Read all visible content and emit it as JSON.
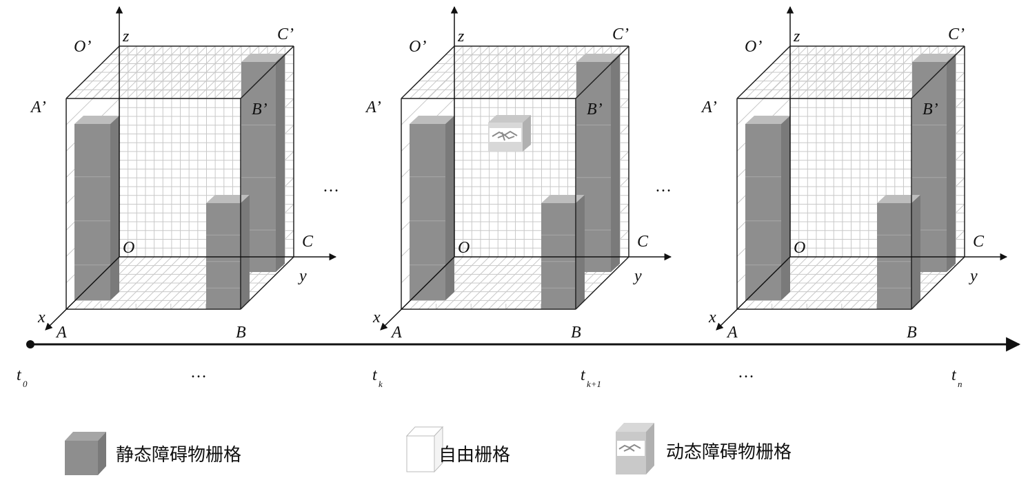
{
  "cubes": [
    {
      "time_label": "t0",
      "vertex_labels": {
        "O_prime": "O’",
        "z": "z",
        "C_prime": "C’",
        "A_prime": "A’",
        "B_prime": "B’",
        "O": "O",
        "C": "C",
        "y": "y",
        "x": "x",
        "A": "A",
        "B": "B"
      },
      "has_dynamic_obstacle": false
    },
    {
      "time_label": "tk",
      "vertex_labels": {
        "O_prime": "O’",
        "z": "z",
        "C_prime": "C’",
        "A_prime": "A’",
        "B_prime": "B’",
        "O": "O",
        "C": "C",
        "y": "y",
        "x": "x",
        "A": "A",
        "B": "B"
      },
      "has_dynamic_obstacle": true
    },
    {
      "time_label": "tn",
      "vertex_labels": {
        "O_prime": "O’",
        "z": "z",
        "C_prime": "C’",
        "A_prime": "A’",
        "B_prime": "B’",
        "O": "O",
        "C": "C",
        "y": "y",
        "x": "x",
        "A": "A",
        "B": "B"
      },
      "has_dynamic_obstacle": false
    }
  ],
  "between_cubes_ellipsis": [
    "…",
    "…"
  ],
  "timeline": {
    "ticks": [
      {
        "base": "t",
        "sub": "0"
      },
      {
        "base": "…",
        "sub": ""
      },
      {
        "base": "t",
        "sub": "k"
      },
      {
        "base": "t",
        "sub": "k+1"
      },
      {
        "base": "…",
        "sub": ""
      },
      {
        "base": "t",
        "sub": "n"
      }
    ]
  },
  "legend": [
    {
      "icon": "static-obstacle-cell-icon",
      "label": "静态障碍物栅格"
    },
    {
      "icon": "free-cell-icon",
      "label": "自由栅格"
    },
    {
      "icon": "dynamic-obstacle-cell-icon",
      "label": "动态障碍物栅格"
    }
  ],
  "colors": {
    "obstacle_front": "#8e8e8e",
    "obstacle_side": "#7a7a7a",
    "obstacle_top": "#bdbdbd",
    "grid": "#c8c8c8",
    "edge": "#222222"
  }
}
